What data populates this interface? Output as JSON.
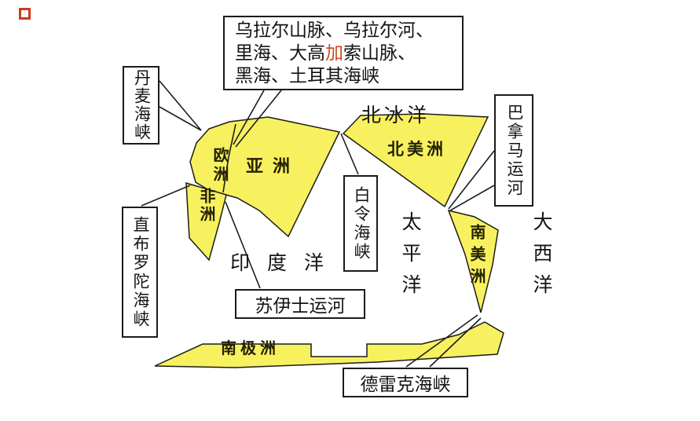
{
  "canvas": {
    "bg": "#ffffff",
    "land_fill": "#f8f15f",
    "outline": "#1c1c1c",
    "highlight_color": "#cc4a1e"
  },
  "boundary_labels": {
    "ural": {
      "line1": "乌拉尔山脉、乌拉尔河、",
      "line2_parts": [
        "里海、大高",
        "加",
        "索山脉、"
      ],
      "line3": "黑海、土耳其海峡"
    },
    "denmark_strait": "丹麦海峡",
    "gibraltar_strait": "直布罗陀海峡",
    "bering_strait": "白令海峡",
    "panama_canal": "巴拿马运河",
    "suez_canal": "苏伊士运河",
    "drake_passage": "德雷克海峡"
  },
  "oceans": {
    "arctic": "北冰洋",
    "pacific": "太平洋",
    "atlantic": "大西洋",
    "indian": "印度洋"
  },
  "continents": {
    "europe": "欧洲",
    "asia": "亚洲",
    "africa": "非洲",
    "north_america": "北美洲",
    "south_america": "南美洲",
    "antarctica": "南极洲"
  }
}
